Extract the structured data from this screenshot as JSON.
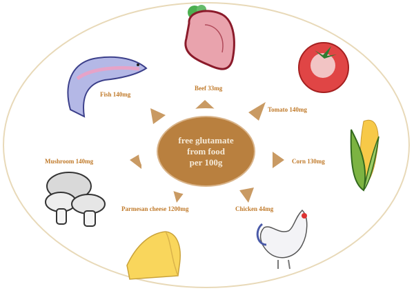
{
  "center": {
    "lines": [
      "free glutamate",
      "from food",
      "per 100g"
    ]
  },
  "colors": {
    "center_fill": "#b9803f",
    "ray_fill": "#c99a63",
    "label_text": "#c07a2a",
    "outer_border": "#e8d9b8"
  },
  "items": [
    {
      "name": "Beef",
      "label": "Beef 33mg",
      "icon": "beef-icon"
    },
    {
      "name": "Tomato",
      "label": "Tomato 140mg",
      "icon": "tomato-icon"
    },
    {
      "name": "Corn",
      "label": "Corn 130mg",
      "icon": "corn-icon"
    },
    {
      "name": "Chicken",
      "label": "Chicken 44mg",
      "icon": "chicken-icon"
    },
    {
      "name": "Parmesan cheese",
      "label": "Parmesan cheese 1200mg",
      "icon": "cheese-icon"
    },
    {
      "name": "Mushroom",
      "label": "Mushroom 140mg",
      "icon": "mushroom-icon"
    },
    {
      "name": "Fish",
      "label": "Fish 140mg",
      "icon": "fish-icon"
    }
  ]
}
